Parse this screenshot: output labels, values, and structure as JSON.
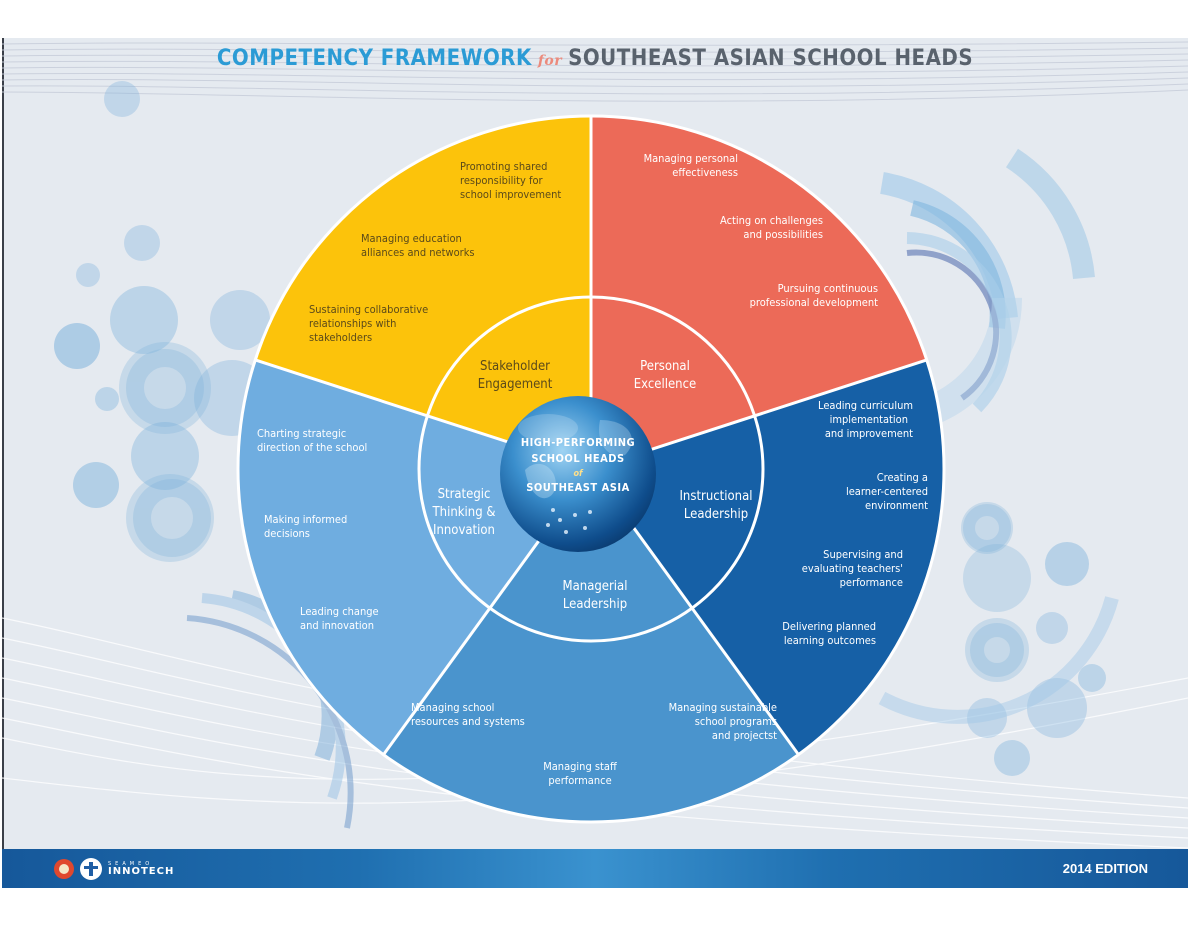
{
  "title": {
    "part1": "COMPETENCY FRAMEWORK",
    "connector": "for",
    "part2": "SOUTHEAST ASIAN SCHOOL HEADS",
    "colors": {
      "part1": "#2b9bd5",
      "connector": "#ec8a7c",
      "part2": "#59626d"
    }
  },
  "center": {
    "lines": [
      "HIGH-PERFORMING",
      "SCHOOL HEADS",
      "of",
      "SOUTHEAST ASIA"
    ],
    "icon": "globe-icon"
  },
  "domains": [
    {
      "name": "Stakeholder Engagement",
      "label_lines": [
        "Stakeholder",
        "Engagement"
      ],
      "color": "#fcc30b",
      "text_color": "#5b4a1a",
      "start_angle": -72,
      "end_angle": 0,
      "competencies": [
        {
          "lines": [
            "Promoting shared",
            "responsibility for",
            "school improvement"
          ]
        },
        {
          "lines": [
            "Managing education",
            "alliances and networks"
          ]
        },
        {
          "lines": [
            "Sustaining collaborative",
            "relationships with",
            "stakeholders"
          ]
        }
      ]
    },
    {
      "name": "Personal Excellence",
      "label_lines": [
        "Personal",
        "Excellence"
      ],
      "color": "#ec6a58",
      "text_color": "#ffffff",
      "start_angle": 0,
      "end_angle": 72,
      "competencies": [
        {
          "lines": [
            "Managing personal",
            "effectiveness"
          ]
        },
        {
          "lines": [
            "Acting on challenges",
            "and possibilities"
          ]
        },
        {
          "lines": [
            "Pursuing continuous",
            "professional development"
          ]
        }
      ]
    },
    {
      "name": "Instructional Leadership",
      "label_lines": [
        "Instructional",
        "Leadership"
      ],
      "color": "#1660a6",
      "text_color": "#ffffff",
      "start_angle": 72,
      "end_angle": 144,
      "competencies": [
        {
          "lines": [
            "Leading curriculum",
            "implementation",
            "and improvement"
          ]
        },
        {
          "lines": [
            "Creating a",
            "learner-centered",
            "environment"
          ]
        },
        {
          "lines": [
            "Supervising and",
            "evaluating teachers'",
            "performance"
          ]
        },
        {
          "lines": [
            "Delivering planned",
            "learning outcomes"
          ]
        }
      ]
    },
    {
      "name": "Managerial Leadership",
      "label_lines": [
        "Managerial",
        "Leadership"
      ],
      "color": "#4a94cd",
      "text_color": "#ffffff",
      "start_angle": 144,
      "end_angle": 216,
      "competencies": [
        {
          "lines": [
            "Managing school",
            "resources and systems"
          ]
        },
        {
          "lines": [
            "Managing staff",
            "performance"
          ]
        },
        {
          "lines": [
            "Managing sustainable",
            "school programs",
            "and projectst"
          ]
        }
      ]
    },
    {
      "name": "Strategic Thinking & Innovation",
      "label_lines": [
        "Strategic",
        "Thinking &",
        "Innovation"
      ],
      "color": "#6fade0",
      "text_color": "#ffffff",
      "start_angle": 216,
      "end_angle": 288,
      "competencies": [
        {
          "lines": [
            "Charting strategic",
            "direction of the school"
          ]
        },
        {
          "lines": [
            "Making informed",
            "decisions"
          ]
        },
        {
          "lines": [
            "Leading change",
            "and innovation"
          ]
        }
      ]
    }
  ],
  "footer": {
    "logos": [
      {
        "icon": "deped-seal-icon"
      },
      {
        "icon": "innotech-logo-icon",
        "small_text": "SEAMEO",
        "big_text": "INNOTECH"
      }
    ],
    "edition": "2014 EDITION",
    "color": "#1a66a8"
  }
}
